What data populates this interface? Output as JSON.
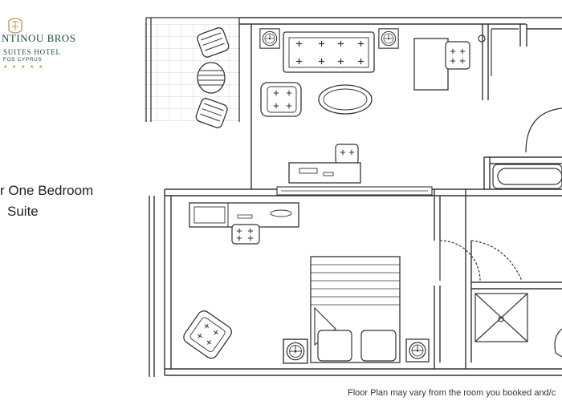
{
  "logo": {
    "name": "NTINOU BROS",
    "subtitle": "SUITES HOTEL",
    "location": "FOS CYPRUS",
    "stars": "★ ★ ★ ★ ★"
  },
  "title": {
    "line1": "r One Bedroom",
    "line2": "Suite"
  },
  "disclaimer": "Floor Plan may vary from the room you booked and/c",
  "colors": {
    "brand": "#1f4a40",
    "accent": "#b79a55",
    "line": "#333333"
  }
}
